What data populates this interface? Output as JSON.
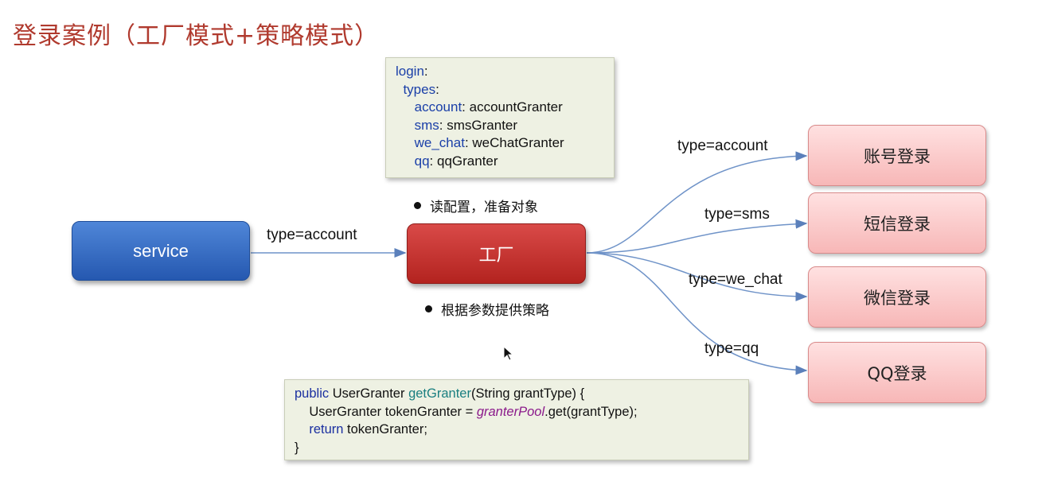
{
  "title": "登录案例（工厂模式+策略模式）",
  "yaml": {
    "root": "login",
    "types_key": "types",
    "entries": [
      {
        "key": "account",
        "value": "accountGranter"
      },
      {
        "key": "sms",
        "value": "smsGranter"
      },
      {
        "key": "we_chat",
        "value": "weChatGranter"
      },
      {
        "key": "qq",
        "value": "qqGranter"
      }
    ]
  },
  "nodes": {
    "service": "service",
    "factory": "工厂",
    "targets": [
      "账号登录",
      "短信登录",
      "微信登录",
      "QQ登录"
    ]
  },
  "edge_labels": {
    "service_to_factory": "type=account",
    "to_account": "type=account",
    "to_sms": "type=sms",
    "to_we_chat": "type=we_chat",
    "to_qq": "type=qq"
  },
  "bullets": {
    "read_config": "读配置，准备对象",
    "by_params": "根据参数提供策略"
  },
  "code": {
    "l1_kw": "public",
    "l1_a": " UserGranter ",
    "l1_fn": "getGranter",
    "l1_b": "(String grantType) {",
    "l2_a": "    UserGranter tokenGranter = ",
    "l2_fld": "granterPool",
    "l2_b": ".get(grantType);",
    "l3_kw": "    return",
    "l3_b": " tokenGranter;",
    "l4": "}"
  },
  "colors": {
    "title": "#b03a2e",
    "service_fill": "#2f67c0",
    "factory_fill": "#c32f2c",
    "target_fill": "#fbc9c9",
    "wire": "#6f93c8",
    "box_fill": "#eef1e3"
  }
}
